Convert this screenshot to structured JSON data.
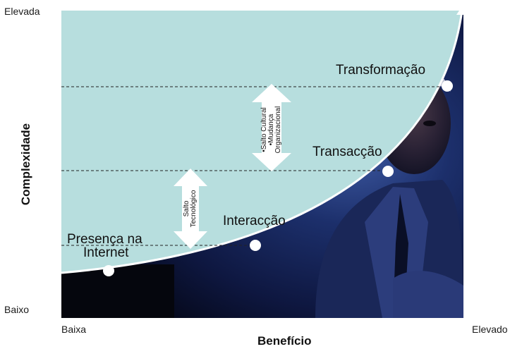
{
  "axes": {
    "y_title": "Complexidade",
    "y_high": "Elevada",
    "y_low": "Baixo",
    "x_title": "Benefício",
    "x_low": "Baixa",
    "x_high": "Elevado"
  },
  "stages": [
    {
      "label": "Presença na"
    },
    {
      "label": "Internet"
    },
    {
      "label": "Interacção"
    },
    {
      "label": "Transacção"
    },
    {
      "label": "Transformação"
    }
  ],
  "leaps": {
    "technological": {
      "line1": "Salto",
      "line2": "Tecnológico"
    },
    "cultural": {
      "line1": "•Salto Cultural",
      "line2": "•Mudança",
      "line3": "Organizacional"
    }
  },
  "colors": {
    "curve_fill": "#b7dede",
    "photo_dark": "#0b0f2a",
    "photo_blue": "#1c2f6b",
    "arrow": "#ffffff",
    "dashed_line": "#222222"
  }
}
